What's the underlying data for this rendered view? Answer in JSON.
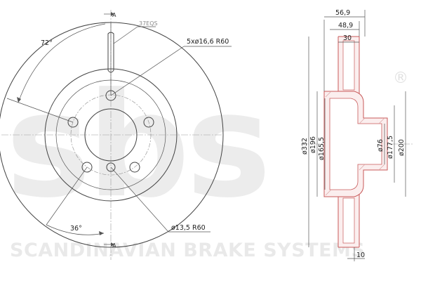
{
  "watermark": {
    "letters": "sbs",
    "registered": "®",
    "tagline": "SCANDINAVIAN BRAKE SYSTEMS"
  },
  "front_view": {
    "section_mark_top": "A",
    "section_mark_bottom": "A",
    "vane_note": "37EQS",
    "bolt_holes_label": "5xø16,6  R60",
    "angle_top": "72°",
    "angle_bottom": "36°",
    "pin_hole_label": "ø13,5  R60"
  },
  "section_view": {
    "overall_width": "56,9",
    "hat_depth": "48,9",
    "disc_thickness": "30",
    "min_thickness": "10",
    "diameters": {
      "outer": "ø332",
      "inner_ring": "ø196",
      "hat_outer": "ø165,5",
      "center_bore": "ø76",
      "bolt_circle": "ø177,5",
      "hat_face": "ø200"
    }
  },
  "colors": {
    "line": "#444444",
    "section_hatch": "#d9a0a0",
    "section_edge": "#c85a5a",
    "watermark": "#000000"
  }
}
